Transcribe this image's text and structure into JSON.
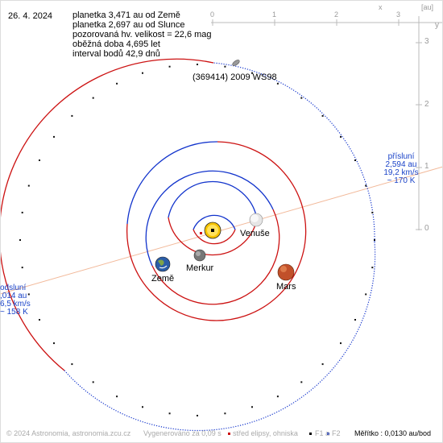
{
  "header": {
    "date": "26. 4. 2024",
    "info_lines": [
      "planetka 3,471 au od Země",
      "planetka 2,697 au od Slunce",
      "pozorovaná hv. velikost = 22,6 mag",
      "oběžná doba 4,695 let",
      "interval bodů 42,9 dnů"
    ]
  },
  "asteroid": {
    "name": "(369414) 2009 WS98"
  },
  "planets": {
    "venus": "Venuše",
    "mercury": "Merkur",
    "earth": "Země",
    "mars": "Mars"
  },
  "perihelion": {
    "title": "přísluní",
    "distance": "2,594 au",
    "speed": "19,2 km/s",
    "temperature": "~ 170 K"
  },
  "aphelion": {
    "title": "odsluní",
    "distance": ",014 au",
    "speed": "6,5 km/s",
    "temperature": "~ 158 K"
  },
  "axes": {
    "top_ticks": [
      "0",
      "1",
      "2",
      "3"
    ],
    "top_x_label": "x",
    "top_unit": "[au]",
    "right_ticks": [
      "3",
      "2",
      "1",
      "0"
    ],
    "right_y_label": "y"
  },
  "footer": {
    "copyright": "© 2024 Astronomia, astronomia.zcu.cz",
    "generated": "Vygenerováno za 0,09 s",
    "center_legend": "střed elipsy, ohniska",
    "f1": "F1 a",
    "f2": "F2",
    "scale": "Měřítko : 0,0130 au/bod"
  },
  "colors": {
    "orbit_red": "#cc1111",
    "orbit_blue": "#1133cc",
    "axis_gray": "#bbbbbb",
    "apsis_line": "#f2b99a",
    "label_blue": "#1a43c8"
  }
}
